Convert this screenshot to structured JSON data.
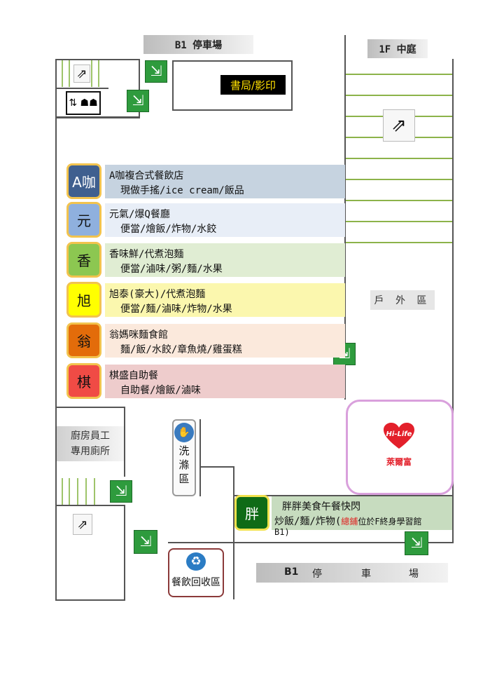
{
  "labels": {
    "b1_parking_top": "B1  停車場",
    "courtyard": "1F  中庭",
    "bookstore": "書局/影印",
    "outdoor": "戶 外 區",
    "kitchen_line1": "廚房員工",
    "kitchen_line2": "專用廁所",
    "wash_line1": "洗",
    "wash_line2": "滌",
    "wash_line3": "區",
    "recycle": "餐飲回收區",
    "b1_parking_bottom_1": "B1",
    "b1_parking_bottom_2": "停",
    "b1_parking_bottom_3": "車",
    "b1_parking_bottom_4": "場",
    "hilife_logo": "Hi-Life",
    "hilife_name": "萊爾富"
  },
  "stores": [
    {
      "badge": "A咖",
      "line1": "A咖複合式餐飲店",
      "line2": "現做手搖/ice cream/飯品",
      "band_color": "#c6d3e0",
      "badge_color": "#3f5f8f",
      "badge_text_color": "#ffffff"
    },
    {
      "badge": "元",
      "line1": "元氣/爆Q餐廳",
      "line2": "便當/燴飯/炸物/水餃",
      "band_color": "#e8eef7",
      "badge_color": "#8fb0de",
      "badge_text_color": "#111111"
    },
    {
      "badge": "香",
      "line1": "香味鮮/代煮泡麵",
      "line2": "便當/滷味/粥/麵/水果",
      "band_color": "#e0edd3",
      "badge_color": "#8cc751",
      "badge_text_color": "#111111"
    },
    {
      "badge": "旭",
      "line1": "旭泰(豪大)/代煮泡麵",
      "line2": "便當/麵/滷味/炸物/水果",
      "band_color": "#fbf7ae",
      "badge_color": "#ffff00",
      "badge_text_color": "#111111"
    },
    {
      "badge": "翁",
      "line1": "翁媽咪麵食館",
      "line2": "麵/飯/水餃/章魚燒/雞蛋糕",
      "band_color": "#fbe9dc",
      "badge_color": "#e36c0a",
      "badge_text_color": "#111111"
    },
    {
      "badge": "棋",
      "line1": "棋盛自助餐",
      "line2": "自助餐/燴飯/滷味",
      "band_color": "#eecccc",
      "badge_color": "#f04b45",
      "badge_text_color": "#111111"
    }
  ],
  "pangpang": {
    "badge": "胖",
    "line1": "胖胖美食午餐快閃",
    "line2_prefix": "炒飯/麵/炸物(",
    "line2_red": "總鋪",
    "line2_suffix": "位於F終身學習館",
    "line3": "B1)",
    "band_color": "#c7dcbf",
    "badge_color": "#0f6b16",
    "red_color": "#e02020"
  },
  "colors": {
    "wall": "#555555",
    "stripe": "#8cb34a",
    "exit_green": "#2e9b3d",
    "hilife_border": "#d9a0dc",
    "recycle_border": "#8b3a3a"
  },
  "icons": {
    "exit": "exit-sign-icon",
    "stairs": "stairs-icon",
    "elevator": "elevator-icon",
    "hand_wash": "hand-wash-icon",
    "recycle": "recycle-icon",
    "heart": "hilife-heart-icon"
  }
}
